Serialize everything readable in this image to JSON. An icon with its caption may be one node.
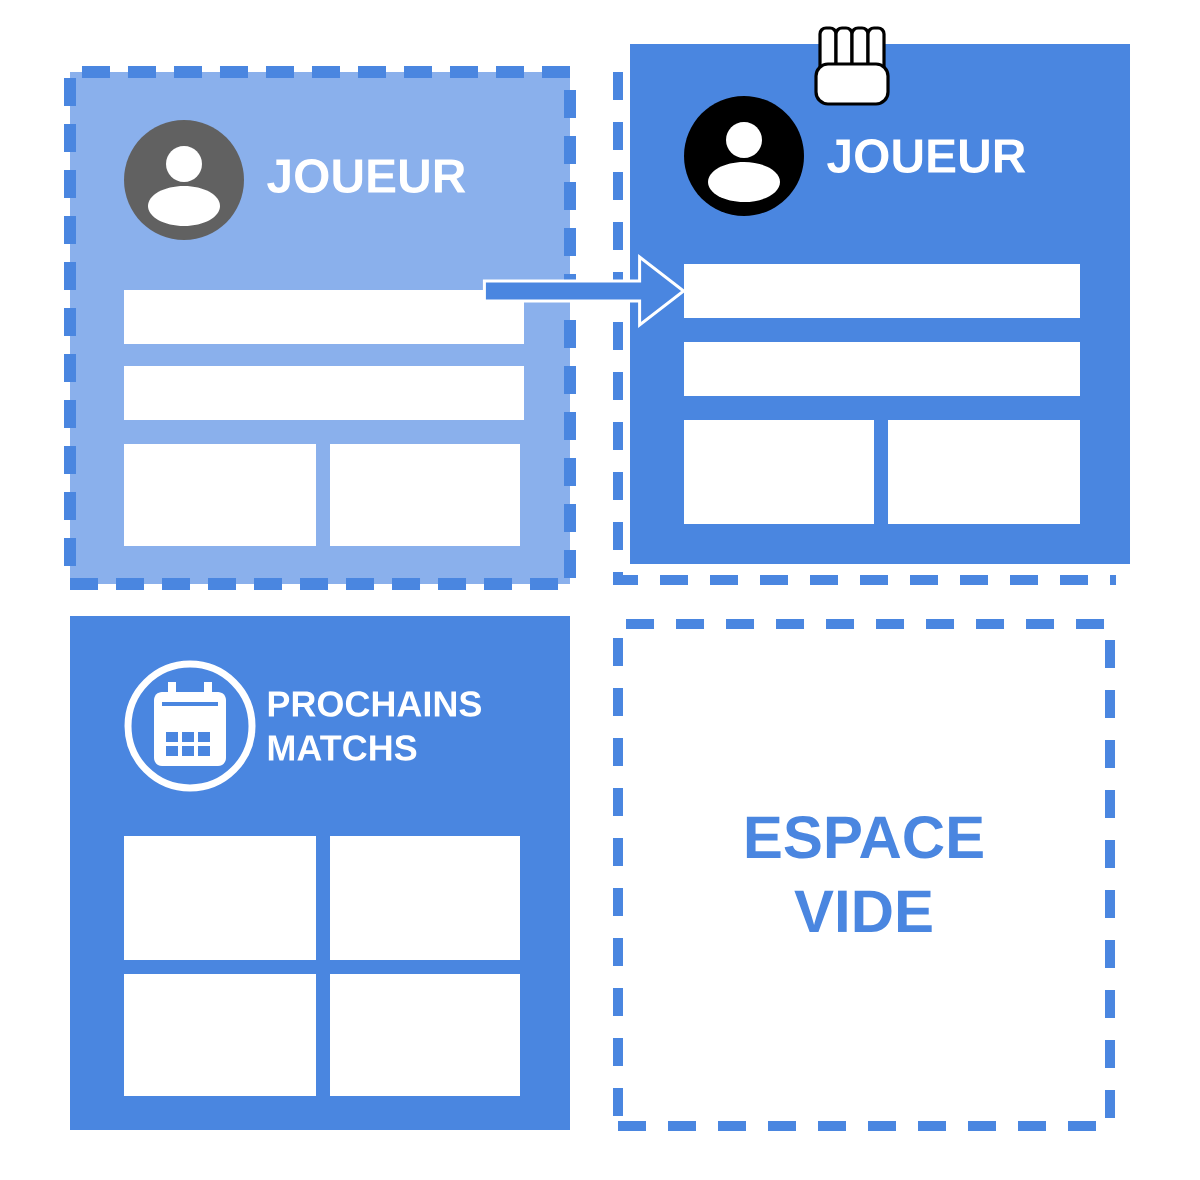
{
  "diagram": {
    "nodes": [
      {
        "text": [
          "JOUEUR"
        ]
      },
      {
        "text": [],
        "shape": "box",
        "in": 0
      },
      {
        "text": [],
        "shape": "box",
        "in": 0
      },
      {
        "text": [],
        "shape": "box",
        "in": 0
      },
      {
        "text": [],
        "shape": "box",
        "in": 0
      },
      {
        "text": [
          "JOUEUR"
        ]
      },
      {
        "text": [],
        "shape": "box",
        "in": 5
      },
      {
        "text": [],
        "shape": "box",
        "in": 5
      },
      {
        "text": [],
        "shape": "box",
        "in": 5
      },
      {
        "text": [],
        "shape": "box",
        "in": 5
      },
      {
        "text": [
          "PROCHAINS MATCHS"
        ]
      },
      {
        "text": [],
        "shape": "box",
        "in": 10
      },
      {
        "text": [],
        "shape": "box",
        "in": 10
      },
      {
        "text": [],
        "shape": "box",
        "in": 10
      },
      {
        "text": [],
        "shape": "box",
        "in": 10
      },
      {
        "text": [
          "ESPACE VIDE"
        ]
      }
    ],
    "edges": [
      {
        "from": 1,
        "to": 6,
        "arrow": "to"
      }
    ]
  }
}
